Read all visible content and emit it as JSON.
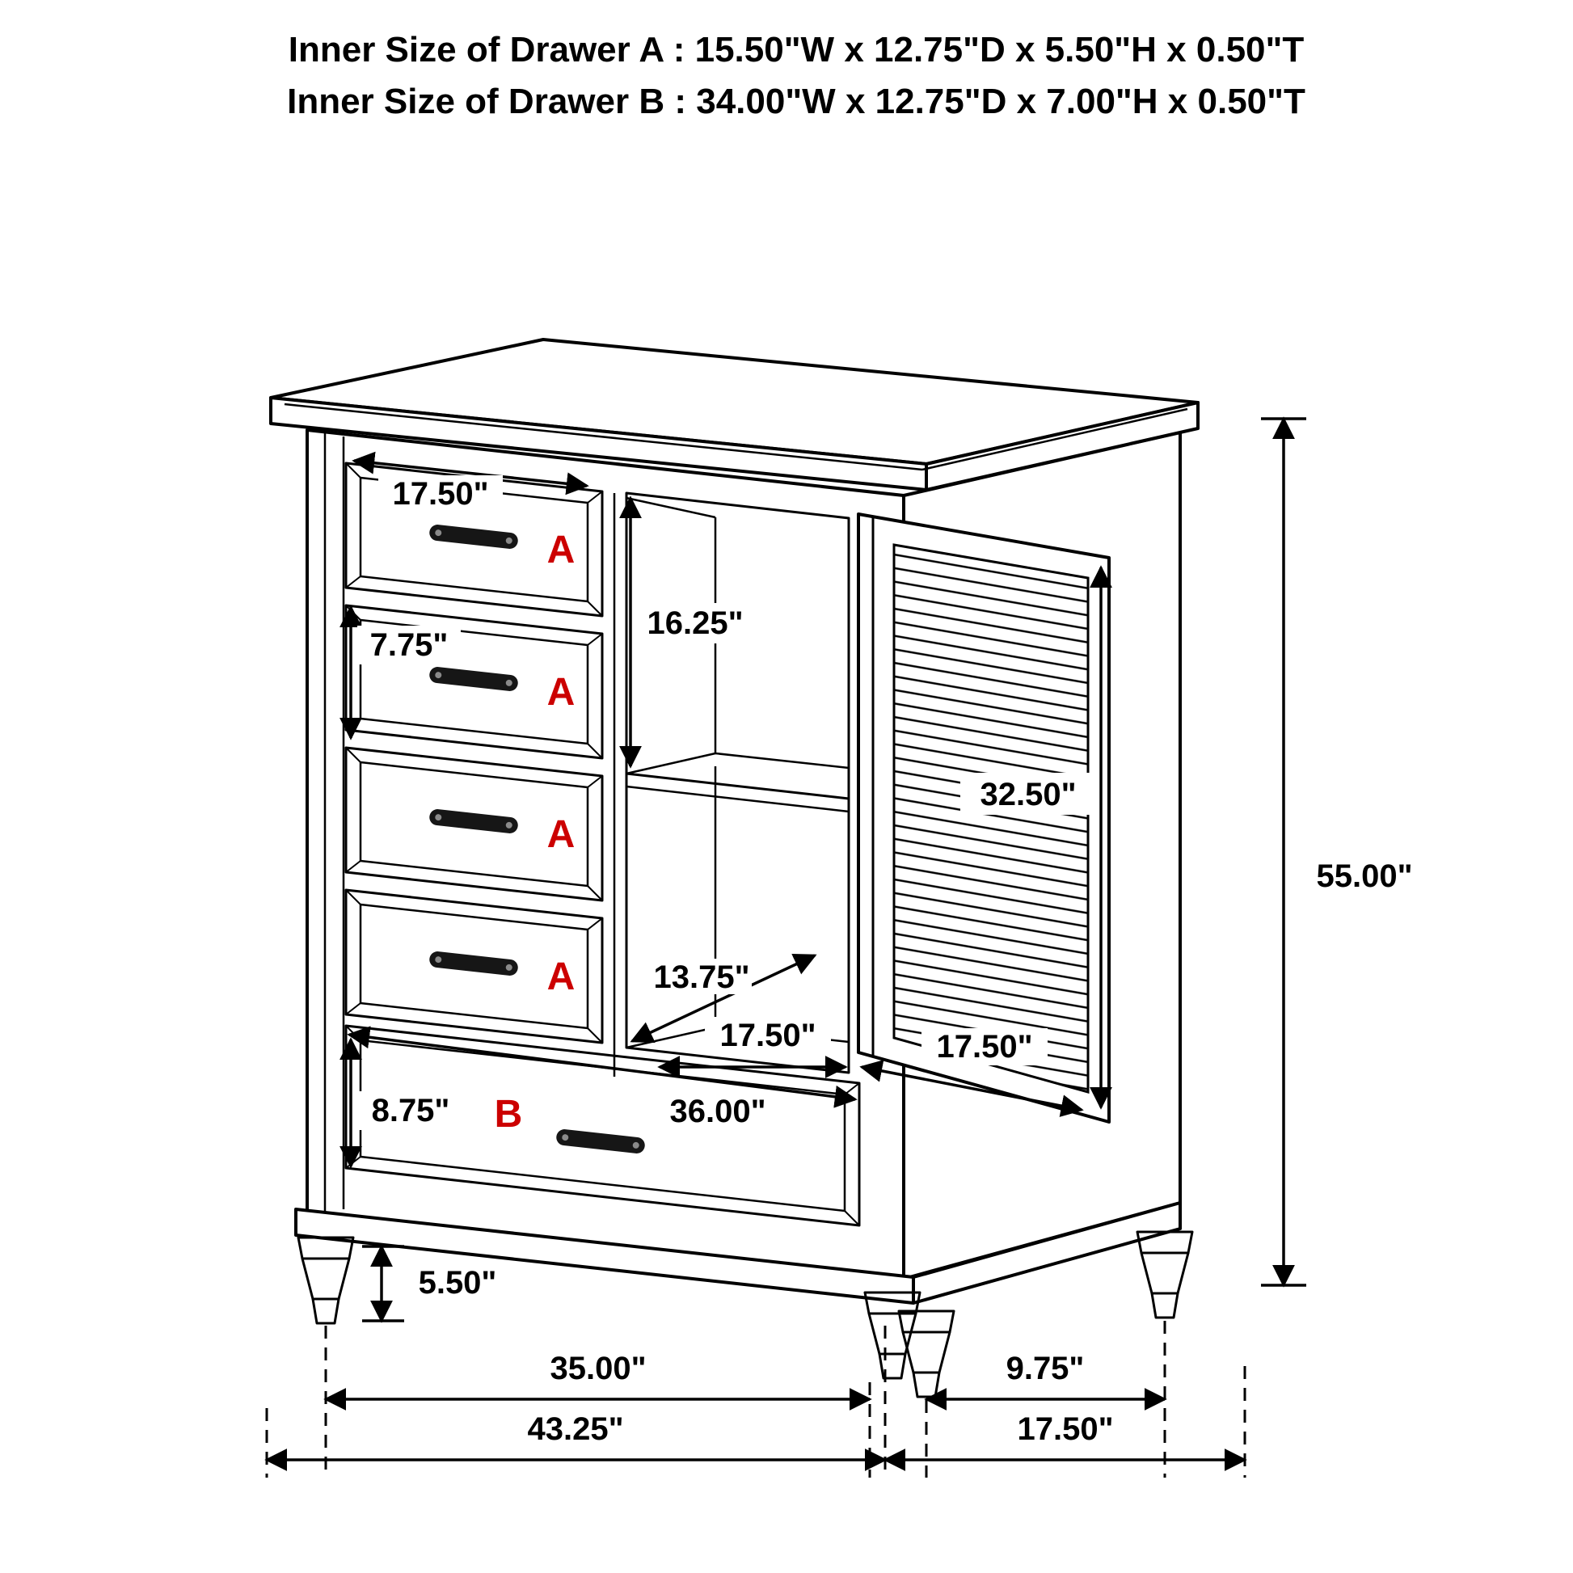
{
  "title": {
    "line1": "Inner Size of Drawer A : 15.50\"W x 12.75\"D x 5.50\"H x 0.50\"T",
    "line2": "Inner Size of Drawer B : 34.00\"W x 12.75\"D x 7.00\"H x 0.50\"T"
  },
  "drawer_labels": {
    "a": "A",
    "b": "B"
  },
  "dimensions": {
    "top_drawer_width": "17.50\"",
    "open_shelf_height": "16.25\"",
    "drawer_a_front_height": "7.75\"",
    "door_panel_height": "32.50\"",
    "overall_height": "55.00\"",
    "shelf_depth": "13.75\"",
    "shelf_width": "17.50\"",
    "door_width": "17.50\"",
    "drawer_b_front_height": "8.75\"",
    "drawer_b_width": "36.00\"",
    "foot_height": "5.50\"",
    "front_leg_span": "35.00\"",
    "side_leg_span": "9.75\"",
    "overall_width": "43.25\"",
    "overall_depth": "17.50\""
  },
  "colors": {
    "line": "#000000",
    "accent": "#cc0000",
    "background": "#ffffff"
  }
}
